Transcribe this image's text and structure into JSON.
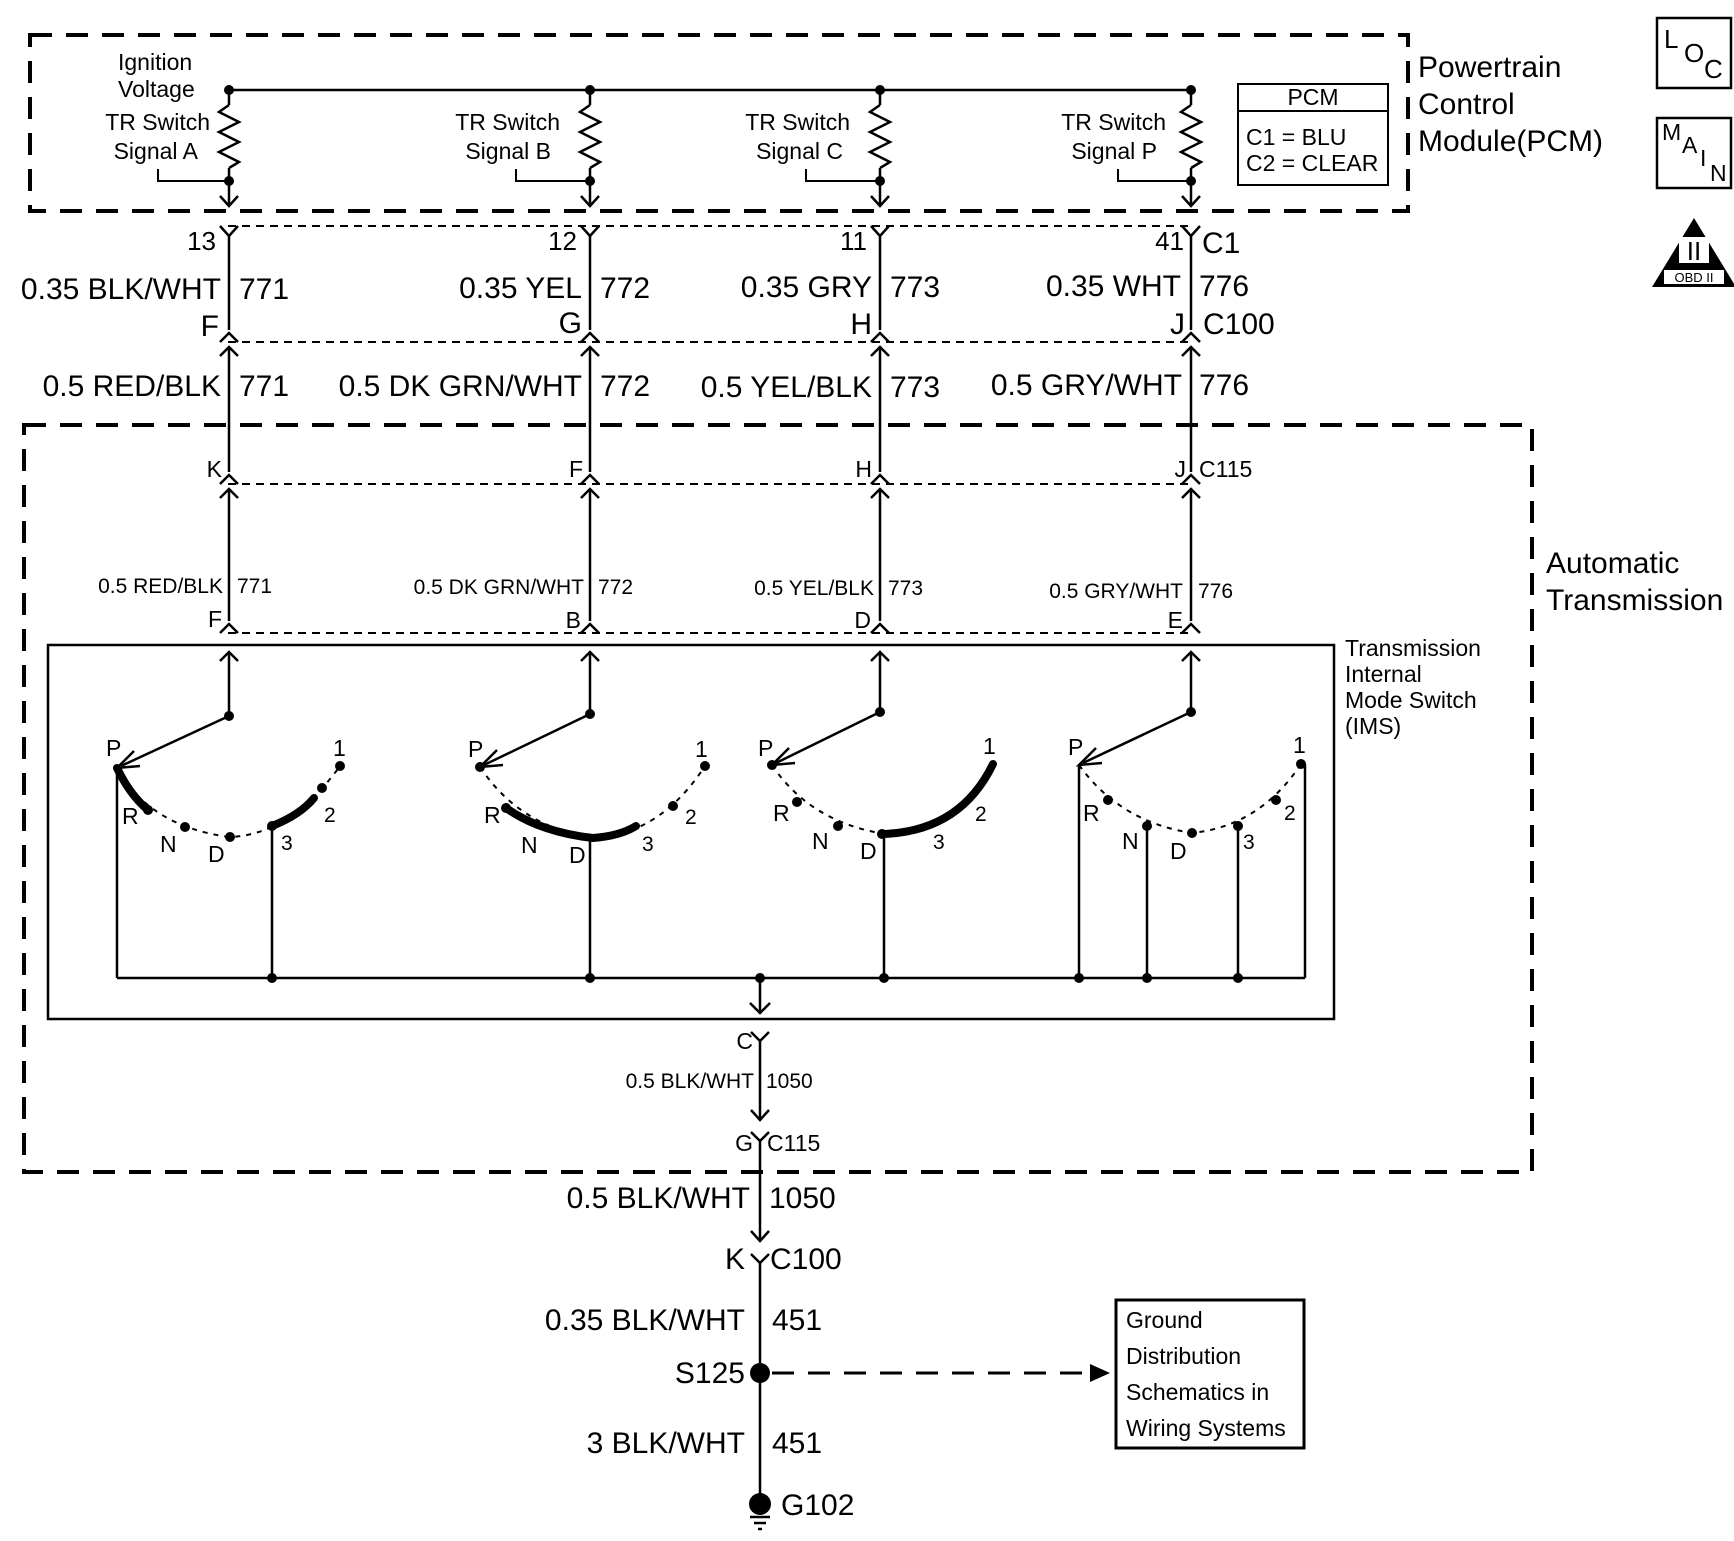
{
  "pcm_module": {
    "title_lines": [
      "Powertrain",
      "Control",
      "Module(PCM)"
    ],
    "ignition_label_lines": [
      "Ignition",
      "Voltage"
    ],
    "box_title": "PCM",
    "box_lines": [
      "C1 = BLU",
      "C2 = CLEAR"
    ]
  },
  "icons": {
    "loc": {
      "letters": [
        "L",
        "O",
        "C"
      ]
    },
    "main": {
      "letters": [
        "M",
        "A",
        "I",
        "N"
      ]
    },
    "obd": {
      "numeral": "II",
      "label": "OBD II"
    }
  },
  "circuits": [
    {
      "signal_lines": [
        "TR Switch",
        "Signal A"
      ],
      "pcm_pin": "13",
      "pcm_wire": "0.35 BLK/WHT",
      "pcm_circuit": "771",
      "c100_pin": "F",
      "harness_wire": "0.5 RED/BLK",
      "harness_circuit": "771",
      "c115_pin": "K",
      "ims_wire": "0.5 RED/BLK",
      "ims_circuit": "771",
      "ims_pin": "F"
    },
    {
      "signal_lines": [
        "TR Switch",
        "Signal B"
      ],
      "pcm_pin": "12",
      "pcm_wire": "0.35 YEL",
      "pcm_circuit": "772",
      "c100_pin": "G",
      "harness_wire": "0.5 DK GRN/WHT",
      "harness_circuit": "772",
      "c115_pin": "F",
      "ims_wire": "0.5 DK GRN/WHT",
      "ims_circuit": "772",
      "ims_pin": "B"
    },
    {
      "signal_lines": [
        "TR Switch",
        "Signal C"
      ],
      "pcm_pin": "11",
      "pcm_wire": "0.35 GRY",
      "pcm_circuit": "773",
      "c100_pin": "H",
      "harness_wire": "0.5 YEL/BLK",
      "harness_circuit": "773",
      "c115_pin": "H",
      "ims_wire": "0.5 YEL/BLK",
      "ims_circuit": "773",
      "ims_pin": "D"
    },
    {
      "signal_lines": [
        "TR Switch",
        "Signal P"
      ],
      "pcm_pin": "41",
      "pcm_wire": "0.35 WHT",
      "pcm_circuit": "776",
      "c100_pin": "J",
      "harness_wire": "0.5 GRY/WHT",
      "harness_circuit": "776",
      "c115_pin": "J",
      "ims_wire": "0.5 GRY/WHT",
      "ims_circuit": "776",
      "ims_pin": "E"
    }
  ],
  "connectors": {
    "c1": "C1",
    "c100": "C100",
    "c115": "C115"
  },
  "transmission": {
    "title_lines": [
      "Automatic",
      "Transmission"
    ],
    "ims_label_lines": [
      "Transmission",
      "Internal",
      "Mode Switch",
      "(IMS)"
    ],
    "gear_positions": [
      "P",
      "R",
      "N",
      "D",
      "3",
      "2",
      "1"
    ]
  },
  "ground_circuit": {
    "ims_pin": "C",
    "ims_wire": "0.5 BLK/WHT",
    "ims_circuit": "1050",
    "c115_pin": "G",
    "c115_label": "C115",
    "harness_wire": "0.5 BLK/WHT",
    "harness_circuit": "1050",
    "c100_pin": "K",
    "c100_label": "C100",
    "splice_wire": "0.35  BLK/WHT",
    "splice_circuit": "451",
    "splice": "S125",
    "ground_wire": "3 BLK/WHT",
    "ground_circuit_num": "451",
    "ground": "G102",
    "reference_lines": [
      "Ground",
      "Distribution",
      "Schematics in",
      "Wiring Systems"
    ]
  }
}
